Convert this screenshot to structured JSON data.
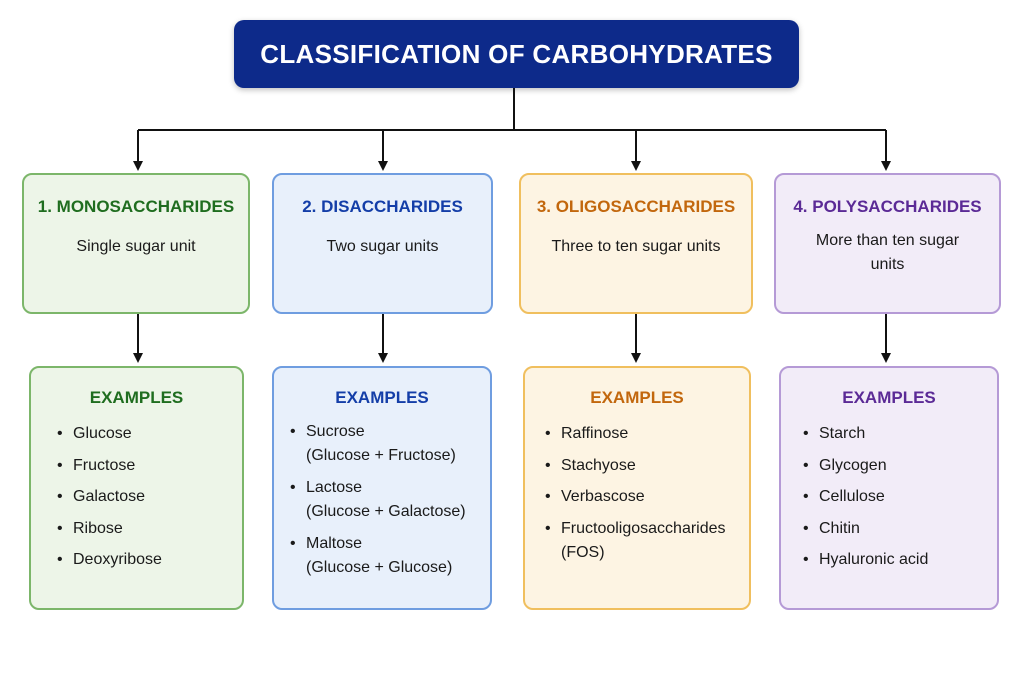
{
  "title": "CLASSIFICATION OF CARBOHYDRATES",
  "categories": [
    {
      "title": "1. MONOSACCHARIDES",
      "description": "Single sugar unit",
      "examples_heading": "EXAMPLES",
      "examples": [
        "Glucose",
        "Fructose",
        "Galactose",
        "Ribose",
        "Deoxyribose"
      ],
      "color": "#1f6d1f"
    },
    {
      "title": "2. DISACCHARIDES",
      "description": "Two sugar units",
      "examples_heading": "EXAMPLES",
      "examples": [
        {
          "name": "Sucrose",
          "detail": "(Glucose + Fructose)"
        },
        {
          "name": "Lactose",
          "detail": "(Glucose + Galactose)"
        },
        {
          "name": "Maltose",
          "detail": "(Glucose + Glucose)"
        }
      ],
      "color": "#143ea8"
    },
    {
      "title": "3. OLIGOSACCHARIDES",
      "description": "Three to ten sugar units",
      "examples_heading": "EXAMPLES",
      "examples": [
        "Raffinose",
        "Stachyose",
        "Verbascose",
        "Fructooligosaccharides",
        "(FOS)"
      ],
      "color": "#c2670d"
    },
    {
      "title": "4. POLYSACCHARIDES",
      "description": "More than ten sugar units",
      "examples_heading": "EXAMPLES",
      "examples": [
        "Starch",
        "Glycogen",
        "Cellulose",
        "Chitin",
        "Hyaluronic acid"
      ],
      "color": "#5b2a96"
    }
  ]
}
